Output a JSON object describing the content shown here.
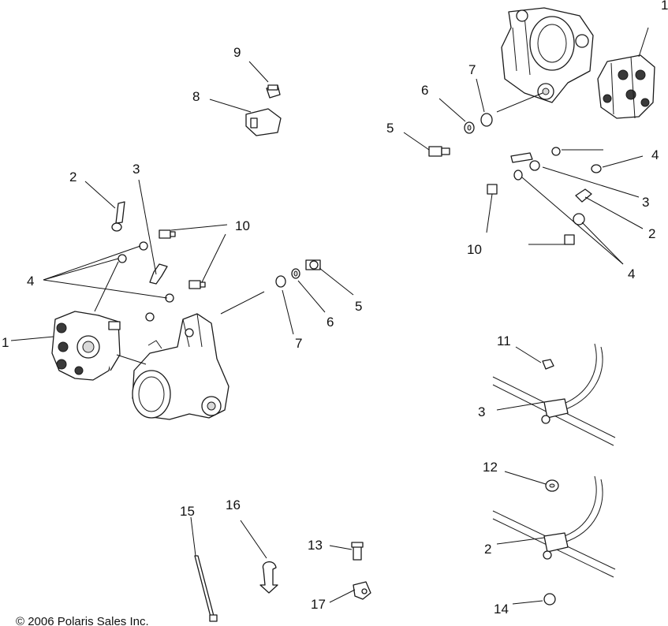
{
  "callouts": {
    "c1": "1",
    "c2a": "2",
    "c3a": "3",
    "c4a": "4",
    "c10a": "10",
    "c5a": "5",
    "c6a": "6",
    "c7a": "7",
    "c9": "9",
    "c8": "8",
    "c7b": "7",
    "c6b": "6",
    "c5b": "5",
    "c1b": "1",
    "c4b": "4",
    "c3b": "3",
    "c2b": "2",
    "c10b": "10",
    "c4c": "4",
    "c11": "11",
    "c3c": "3",
    "c12": "12",
    "c2c": "2",
    "c15": "15",
    "c16": "16",
    "c13": "13",
    "c17": "17",
    "c14": "14"
  },
  "copyright": "© 2006 Polaris Sales Inc."
}
